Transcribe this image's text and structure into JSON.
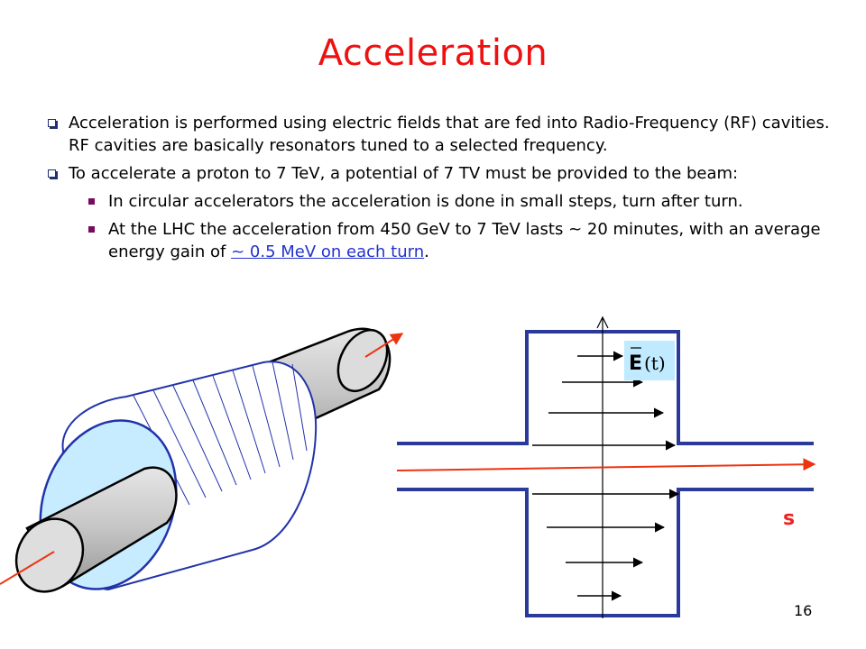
{
  "slide": {
    "title": "Acceleration",
    "bullets": [
      {
        "text": "Acceleration is performed using electric fields that are fed into Radio-Frequency (RF) cavities. RF cavities are basically resonators tuned to a selected frequency."
      },
      {
        "text": "To accelerate a proton to 7 TeV, a potential of 7 TV must be provided to the beam:",
        "subbullets": [
          {
            "text": "In circular accelerators the acceleration is done in small steps, turn after turn."
          },
          {
            "text_before": "At the LHC the acceleration from 450 GeV to 7 TeV lasts ~ 20 minutes, with an average energy gain of ",
            "link": "~ 0.5 MeV on each turn",
            "text_after": "."
          }
        ]
      }
    ],
    "page_number": "16"
  },
  "diagram": {
    "field_label_main": "E",
    "field_label_arg": "(t)",
    "axis_label": "s",
    "colors": {
      "beam": "#ee3311",
      "cavity_face": "#c8ecff",
      "cavity_outline": "#3344cc",
      "pipe_fill": "#c8c8c8",
      "cavity_wall": "#2a3a9a",
      "label_box": "#bfeaff",
      "axis_label": "#ee2222"
    }
  }
}
